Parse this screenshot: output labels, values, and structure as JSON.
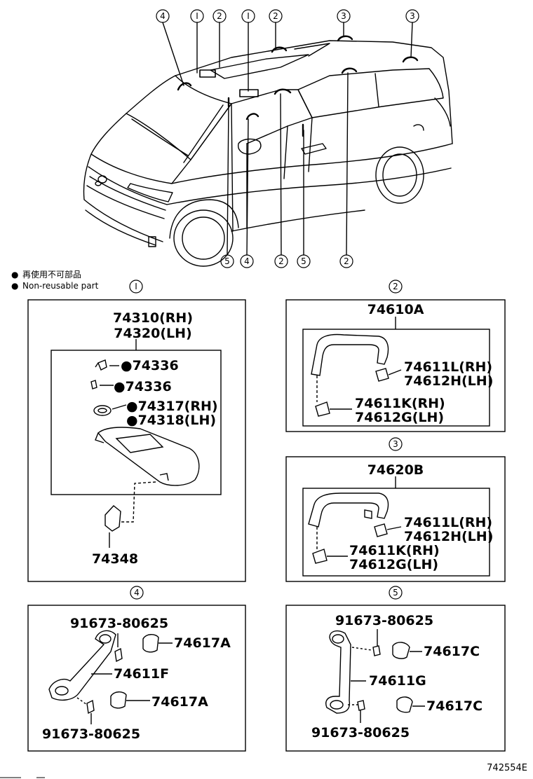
{
  "vehicle_callouts": {
    "top": [
      "4",
      "I",
      "2",
      "I",
      "2",
      "3",
      "3"
    ],
    "bottom": [
      "5",
      "4",
      "2",
      "5",
      "2"
    ]
  },
  "legend": {
    "jp": "再使用不可部品",
    "en": "Non-reusable part",
    "bullet": "●"
  },
  "panels": {
    "p1": {
      "marker": "I",
      "assy_rh": "74310(RH)",
      "assy_lh": "74320(LH)",
      "clip_a": "●74336",
      "clip_b": "●74336",
      "holder_rh": "●74317(RH)",
      "holder_lh": "●74318(LH)",
      "hook": "74348"
    },
    "p2": {
      "marker": "2",
      "assy": "74610A",
      "cover_rh": "74611L(RH)",
      "cover_lh": "74612H(LH)",
      "cover_k_rh": "74611K(RH)",
      "cover_g_lh": "74612G(LH)"
    },
    "p3": {
      "marker": "3",
      "assy": "74620B",
      "cover_rh": "74611L(RH)",
      "cover_lh": "74612H(LH)",
      "cover_k_rh": "74611K(RH)",
      "cover_g_lh": "74612G(LH)"
    },
    "p4": {
      "marker": "4",
      "screw_top": "91673-80625",
      "cap_top": "74617A",
      "grip": "74611F",
      "cap_bottom": "74617A",
      "screw_bottom": "91673-80625"
    },
    "p5": {
      "marker": "5",
      "screw_top": "91673-80625",
      "cap_top": "74617C",
      "grip": "74611G",
      "cap_bottom": "74617C",
      "screw_bottom": "91673-80625"
    }
  },
  "footer": {
    "code": "742554E"
  }
}
